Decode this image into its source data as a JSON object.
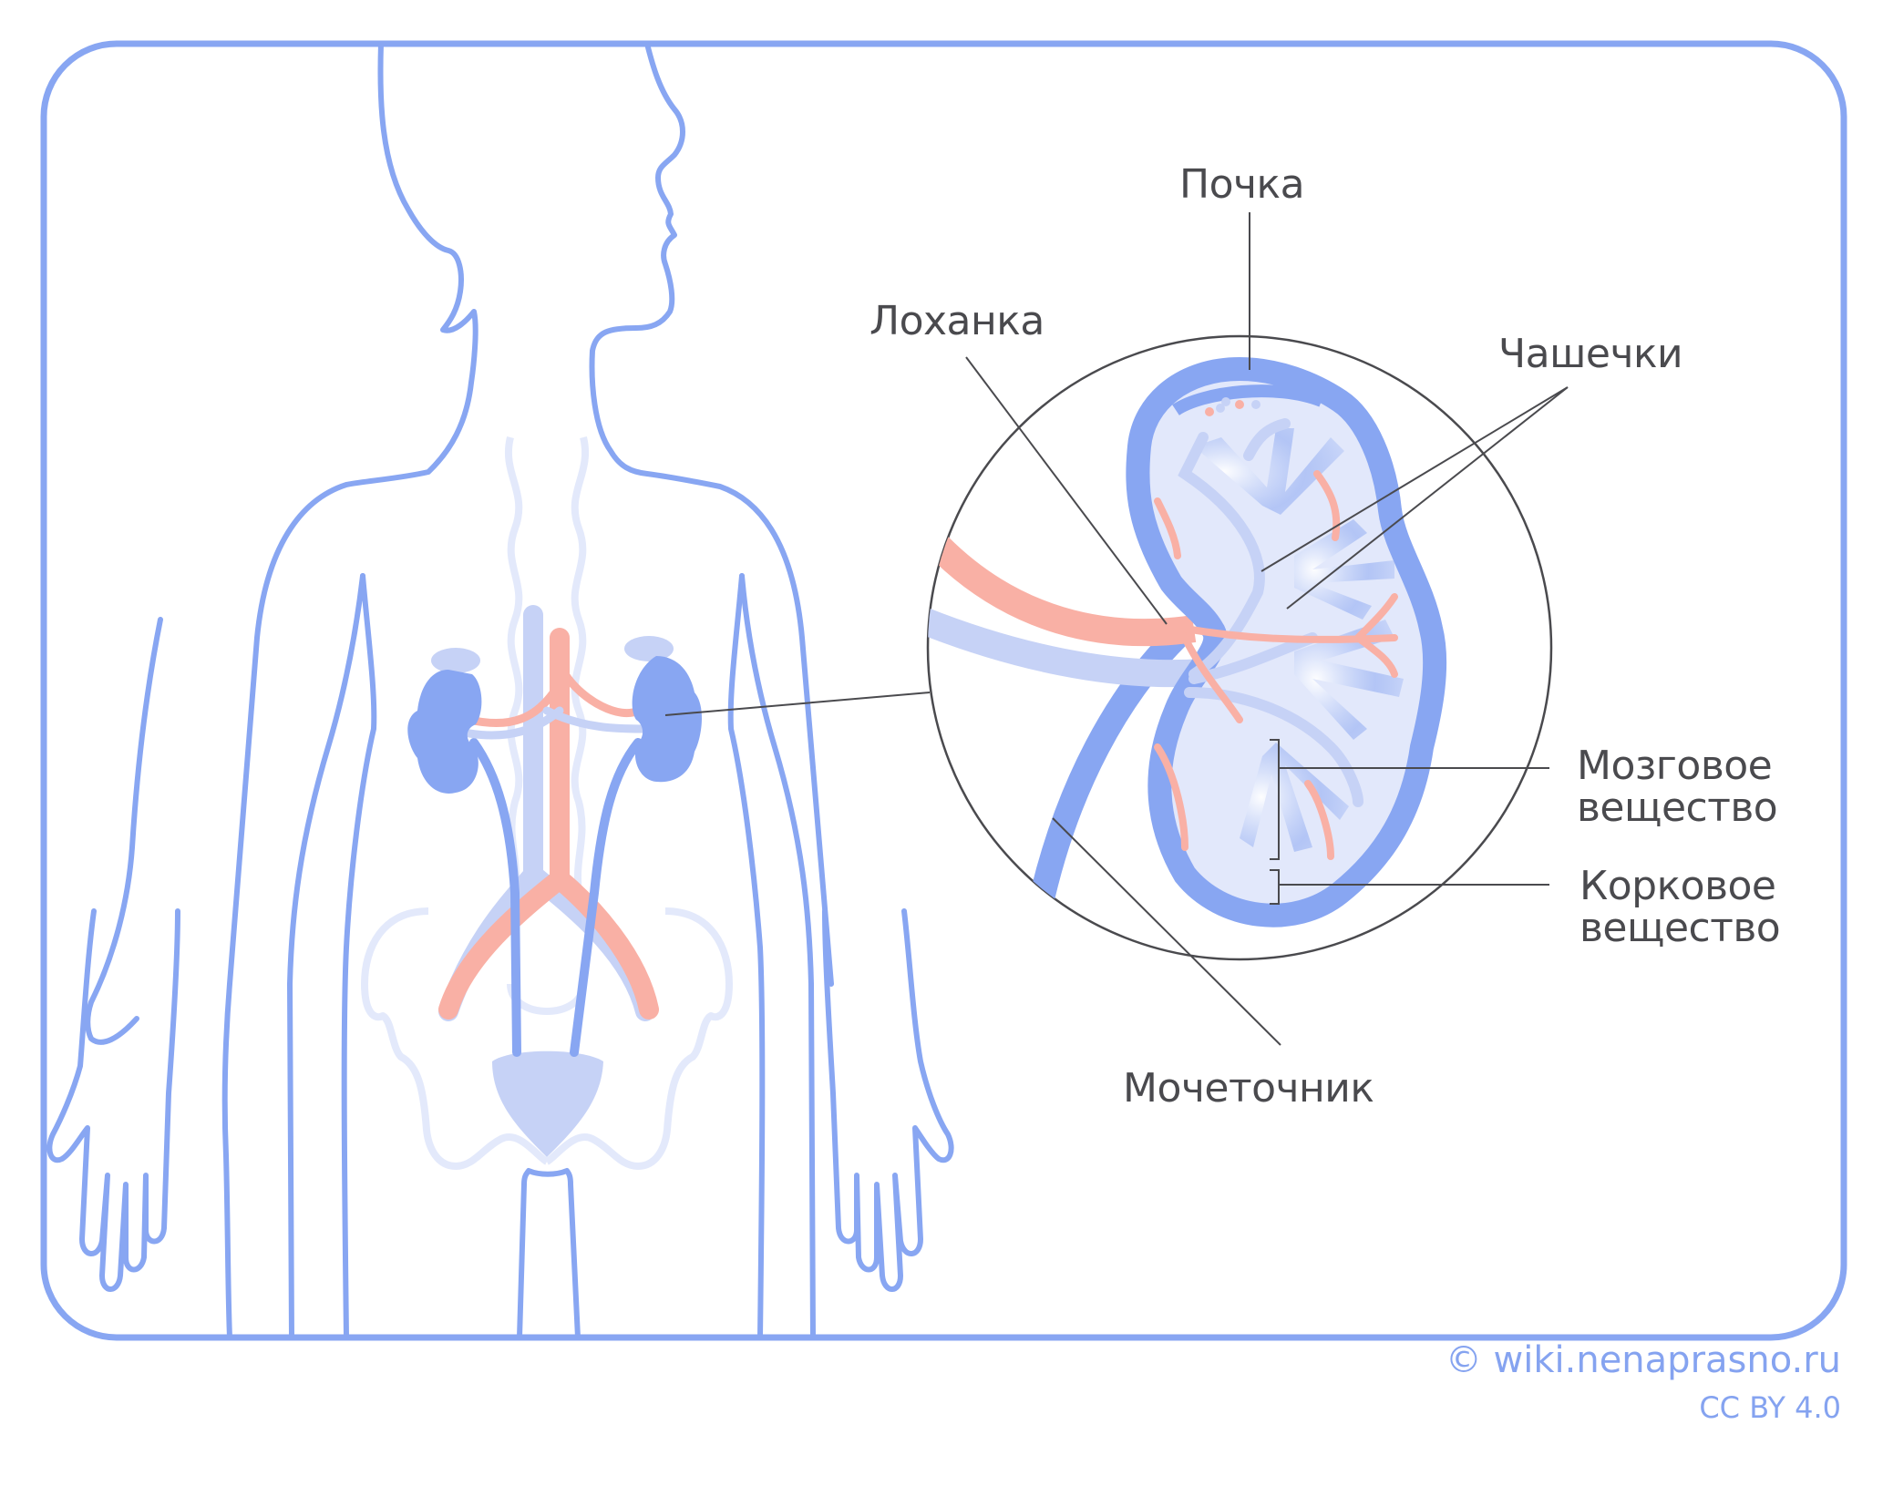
{
  "diagram": {
    "title": "Kidney anatomy",
    "colors": {
      "outline": "#88a6f2",
      "kidney": "#88a6f2",
      "kidney_light": "#e2e8fb",
      "vein_light": "#c6d2f6",
      "artery": "#f9b0a5",
      "skeleton": "#e3e9fb",
      "leader_line": "#4a4a4e",
      "label_text": "#4a4a4e",
      "credit_text": "#85a3f0"
    },
    "labels": {
      "kidney": "Почка",
      "pelvis": "Лоханка",
      "calyces": "Чашечки",
      "medulla_line1": "Мозговое",
      "medulla_line2": "вещество",
      "cortex_line1": "Корковое",
      "cortex_line2": "вещество",
      "ureter": "Мочеточник"
    },
    "credit": {
      "site": "© wiki.nenaprasno.ru",
      "license": "CC BY 4.0"
    }
  }
}
